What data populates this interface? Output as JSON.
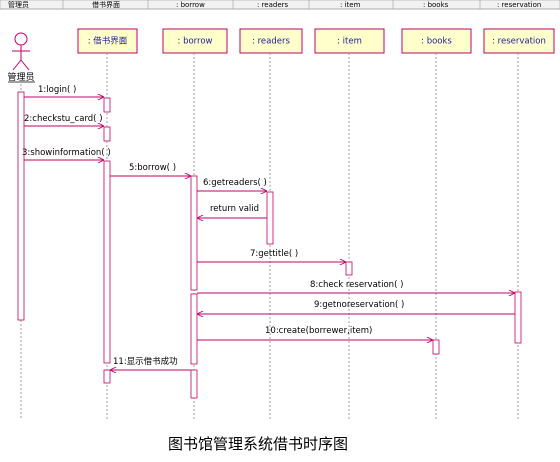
{
  "header": {
    "cells": [
      "管理员",
      "借书界面",
      ": borrow",
      ": readers",
      ": item",
      ": books",
      ": reservation"
    ]
  },
  "actor": {
    "name": "管理员"
  },
  "objects": [
    {
      "id": "ui",
      "label": ": 借书界面"
    },
    {
      "id": "borrow",
      "label": ": borrow"
    },
    {
      "id": "readers",
      "label": ": readers"
    },
    {
      "id": "item",
      "label": ": item"
    },
    {
      "id": "books",
      "label": ": books"
    },
    {
      "id": "reservation",
      "label": ": reservation"
    }
  ],
  "messages": [
    {
      "label": "1:login( )",
      "from": "actor",
      "to": "ui",
      "kind": "call"
    },
    {
      "label": "2:checkstu_card( )",
      "from": "actor",
      "to": "ui",
      "kind": "call"
    },
    {
      "label": "3:showinformation( )",
      "from": "actor",
      "to": "ui",
      "kind": "call"
    },
    {
      "label": "5:borrow( )",
      "from": "ui",
      "to": "borrow",
      "kind": "call"
    },
    {
      "label": "6:getreaders( )",
      "from": "borrow",
      "to": "readers",
      "kind": "call"
    },
    {
      "label": "return valid",
      "from": "readers",
      "to": "borrow",
      "kind": "return"
    },
    {
      "label": "7:gettitle( )",
      "from": "borrow",
      "to": "item",
      "kind": "call"
    },
    {
      "label": "8:check reservation( )",
      "from": "borrow",
      "to": "reservation",
      "kind": "call"
    },
    {
      "label": "9:getnoreservation( )",
      "from": "reservation",
      "to": "borrow",
      "kind": "return"
    },
    {
      "label": "10:create(borrewer,item)",
      "from": "borrow",
      "to": "books",
      "kind": "call"
    },
    {
      "label": "11:显示借书成功",
      "from": "borrow",
      "to": "ui",
      "kind": "return"
    }
  ],
  "caption": "图书馆管理系统借书时序图",
  "colors": {
    "line": "#c0006a",
    "object_fill": "#ffffcc",
    "object_text": "#1b1b9a"
  }
}
